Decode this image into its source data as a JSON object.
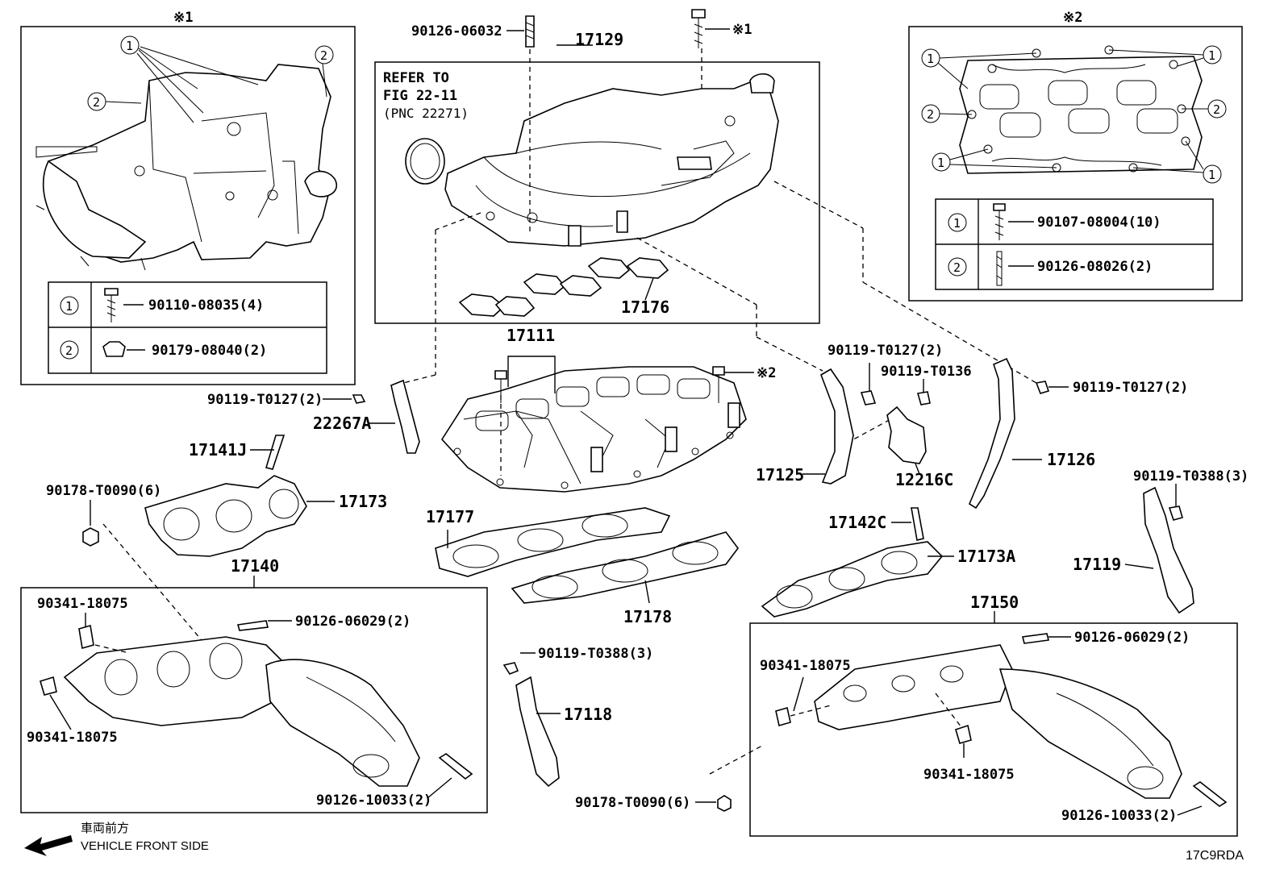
{
  "inset_left": {
    "mark": "※1",
    "table": [
      {
        "num": "1",
        "part": "90110-08035(4)"
      },
      {
        "num": "2",
        "part": "90179-08040(2)"
      }
    ]
  },
  "inset_right": {
    "mark": "※2",
    "table": [
      {
        "num": "1",
        "part": "90107-08004(10)"
      },
      {
        "num": "2",
        "part": "90126-08026(2)"
      }
    ]
  },
  "refer": {
    "line1": "REFER TO",
    "line2": "FIG 22-11",
    "line3": "(PNC 22271)"
  },
  "callouts": {
    "c_90126_06032": "90126-06032",
    "c_17129": "17129",
    "mark1": "※1",
    "mark2": "※2",
    "c_17176": "17176",
    "c_17111": "17111",
    "c_90119_t0127_l": "90119-T0127(2)",
    "c_22267a": "22267A",
    "c_17141j": "17141J",
    "c_17173": "17173",
    "c_90178_t0090_l": "90178-T0090(6)",
    "c_17177": "17177",
    "c_17178": "17178",
    "c_17140": "17140",
    "c_90341_18075_a": "90341-18075",
    "c_90126_06029_l": "90126-06029(2)",
    "c_90341_18075_b": "90341-18075",
    "c_90126_10033_l": "90126-10033(2)",
    "c_90119_t0388_m": "90119-T0388(3)",
    "c_17118": "17118",
    "c_90178_t0090_m": "90178-T0090(6)",
    "c_90119_t0127_m": "90119-T0127(2)",
    "c_90119_t0136": "90119-T0136",
    "c_17125": "17125",
    "c_12216c": "12216C",
    "c_17142c": "17142C",
    "c_17173a": "17173A",
    "c_90119_t0127_r": "90119-T0127(2)",
    "c_17126": "17126",
    "c_90119_t0388_r": "90119-T0388(3)",
    "c_17119": "17119",
    "c_17150": "17150",
    "c_90341_18075_c": "90341-18075",
    "c_90126_06029_r": "90126-06029(2)",
    "c_90341_18075_d": "90341-18075",
    "c_90126_10033_r": "90126-10033(2)"
  },
  "footer": {
    "jp": "車両前方",
    "en": "VEHICLE FRONT SIDE",
    "code": "17C9RDA"
  }
}
